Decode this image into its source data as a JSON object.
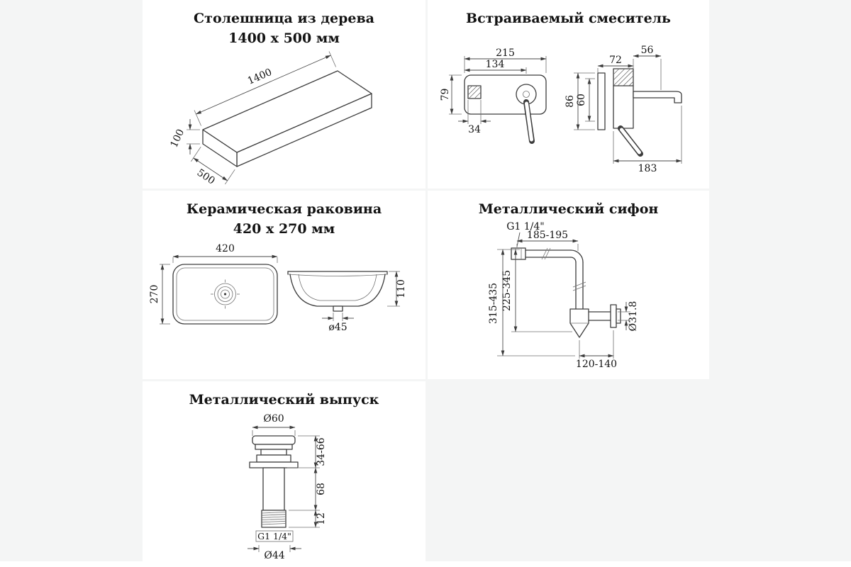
{
  "countertop": {
    "title1": "Столешница из дерева",
    "title2": "1400 x 500 мм",
    "dim_length": "1400",
    "dim_thickness": "100",
    "dim_depth": "500"
  },
  "mixer": {
    "title": "Встраиваемый смеситель",
    "dim_215": "215",
    "dim_134": "134",
    "dim_79": "79",
    "dim_34": "34",
    "dim_72": "72",
    "dim_56": "56",
    "dim_86": "86",
    "dim_60": "60",
    "dim_183": "183"
  },
  "sink": {
    "title1": "Керамическая раковина",
    "title2": "420 x 270 мм",
    "dim_width": "420",
    "dim_depth": "270",
    "dim_drain": "ø45",
    "dim_height": "110"
  },
  "siphon": {
    "title": "Металлический сифон",
    "dim_thread": "G1 1/4\"",
    "dim_top": "185-195",
    "dim_total": "315-435",
    "dim_mid": "225-345",
    "dim_pipe": "Ø31.8",
    "dim_bottom": "120-140"
  },
  "drain": {
    "title": "Металлический выпуск",
    "dim_d60": "Ø60",
    "dim_upper": "34-66",
    "dim_body": "68",
    "dim_thread_h": "12",
    "dim_thread": "G1 1/4\"",
    "dim_d44": "Ø44"
  }
}
